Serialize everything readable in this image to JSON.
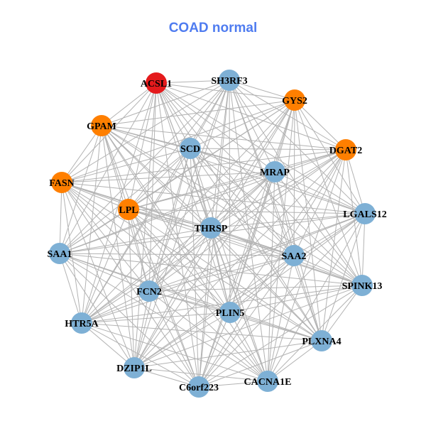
{
  "title": "COAD normal",
  "colors": {
    "title": "#4f7cf0",
    "edge": "#b3b3b3",
    "red": "#e41a1c",
    "orange": "#ff7f00",
    "blue": "#7eb0d5"
  },
  "nodes": [
    {
      "id": "ACSL1",
      "color": "red"
    },
    {
      "id": "SH3RF3",
      "color": "blue"
    },
    {
      "id": "GYS2",
      "color": "orange"
    },
    {
      "id": "GPAM",
      "color": "orange"
    },
    {
      "id": "SCD",
      "color": "blue"
    },
    {
      "id": "DGAT2",
      "color": "orange"
    },
    {
      "id": "MRAP",
      "color": "blue"
    },
    {
      "id": "FASN",
      "color": "orange"
    },
    {
      "id": "LPL",
      "color": "orange"
    },
    {
      "id": "LGALS12",
      "color": "blue"
    },
    {
      "id": "THRSP",
      "color": "blue"
    },
    {
      "id": "SAA1",
      "color": "blue"
    },
    {
      "id": "SAA2",
      "color": "blue"
    },
    {
      "id": "SPINK13",
      "color": "blue"
    },
    {
      "id": "FCN2",
      "color": "blue"
    },
    {
      "id": "PLIN5",
      "color": "blue"
    },
    {
      "id": "HTR5A",
      "color": "blue"
    },
    {
      "id": "PLXNA4",
      "color": "blue"
    },
    {
      "id": "DZIP1L",
      "color": "blue"
    },
    {
      "id": "C6orf223",
      "color": "blue"
    },
    {
      "id": "CACNA1E",
      "color": "blue"
    }
  ]
}
